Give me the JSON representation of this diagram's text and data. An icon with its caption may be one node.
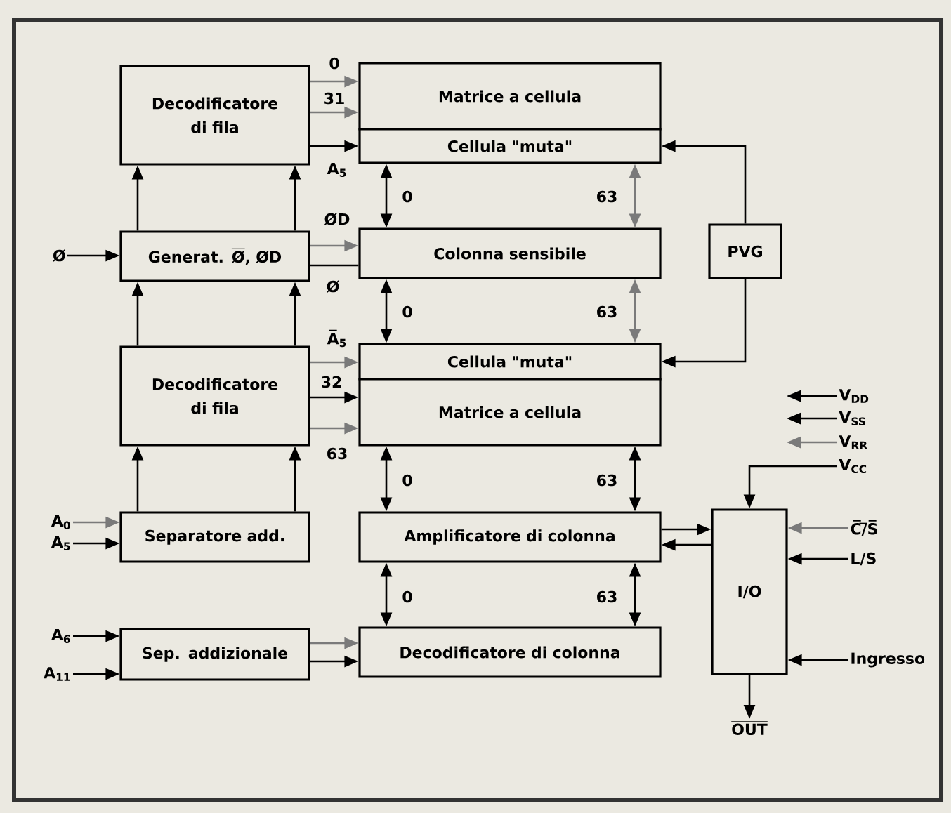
{
  "diagram": {
    "nodes": [
      {
        "text": [
          "Decodificatore di fila"
        ]
      },
      {
        "text": [
          "Matrice a cellula"
        ]
      },
      {
        "text": [
          "Cellula \"muta\""
        ]
      },
      {
        "text": [
          "\\mbox{Generat. }\\overline{\\mbox{Ø}}\\mbox{, ØD}"
        ]
      },
      {
        "text": [
          "Colonna sensibile"
        ]
      },
      {
        "text": [
          "PVG"
        ]
      },
      {
        "text": [
          "Cellula \"muta\""
        ]
      },
      {
        "text": [
          "Matrice a cellula"
        ]
      },
      {
        "text": [
          "Decodificatore di fila"
        ]
      },
      {
        "text": [
          "Separatore add."
        ]
      },
      {
        "text": [
          "Amplificatore di colonna"
        ]
      },
      {
        "text": [
          "I/O"
        ]
      },
      {
        "text": [
          "Decodificatore di colonna"
        ]
      },
      {
        "text": [
          "Sep. addizionale"
        ]
      },
      {
        "text": [
          "Ø"
        ]
      },
      {
        "text": [
          "A$_{0}$"
        ]
      },
      {
        "text": [
          "A$_{5}$"
        ]
      },
      {
        "text": [
          "A$_{6}$"
        ]
      },
      {
        "text": [
          "A$_{11}$"
        ]
      },
      {
        "text": [
          "V$_{DD}$"
        ]
      },
      {
        "text": [
          "V$_{SS}$"
        ]
      },
      {
        "text": [
          "V$_{RR}$"
        ]
      },
      {
        "text": [
          "V$_{CC}$"
        ]
      },
      {
        "text": [
          "C̅/̅S̅"
        ]
      },
      {
        "text": [
          "L/S"
        ]
      },
      {
        "text": [
          "Ingresso"
        ]
      },
      {
        "text": [
          "\\overline{\\mbox{OUT}}"
        ]
      }
    ],
    "edges": [
      {
        "from": 0,
        "to": 1,
        "arrow": "to",
        "label": "0",
        "color": "#7a7a7a"
      },
      {
        "from": 0,
        "to": 1,
        "arrow": "to",
        "label": "31",
        "color": "#7a7a7a"
      },
      {
        "from": 0,
        "to": 2,
        "arrow": "to",
        "label": "A$_{5}$"
      },
      {
        "from": 3,
        "to": 0,
        "arrow": "to"
      },
      {
        "from": 3,
        "to": 0,
        "arrow": "to"
      },
      {
        "from": 14,
        "to": 3,
        "arrow": "to"
      },
      {
        "from": 3,
        "to": 4,
        "arrow": "to",
        "label": "ØD",
        "color": "#7a7a7a"
      },
      {
        "from": 3,
        "to": 4,
        "arrow": "none",
        "label": "Ø"
      },
      {
        "from": 2,
        "to": 4,
        "arrow": "both",
        "label": "0"
      },
      {
        "from": 2,
        "to": 4,
        "arrow": "both",
        "label": "63",
        "color": "#7a7a7a"
      },
      {
        "from": 4,
        "to": 6,
        "arrow": "both",
        "label": "0"
      },
      {
        "from": 4,
        "to": 6,
        "arrow": "both",
        "label": "63",
        "color": "#7a7a7a"
      },
      {
        "from": 5,
        "to": 2,
        "arrow": "to"
      },
      {
        "from": 5,
        "to": 6,
        "arrow": "to"
      },
      {
        "from": 8,
        "to": 3,
        "arrow": "to"
      },
      {
        "from": 8,
        "to": 3,
        "arrow": "to"
      },
      {
        "from": 8,
        "to": 6,
        "arrow": "to",
        "label": "A̅$_{5}$",
        "color": "#7a7a7a"
      },
      {
        "from": 8,
        "to": 7,
        "arrow": "to",
        "label": "32"
      },
      {
        "from": 8,
        "to": 7,
        "arrow": "to",
        "label": "63",
        "color": "#7a7a7a"
      },
      {
        "from": 9,
        "to": 8,
        "arrow": "to"
      },
      {
        "from": 9,
        "to": 8,
        "arrow": "to"
      },
      {
        "from": 15,
        "to": 9,
        "arrow": "to",
        "color": "#7a7a7a"
      },
      {
        "from": 16,
        "to": 9,
        "arrow": "to"
      },
      {
        "from": 7,
        "to": 10,
        "arrow": "both",
        "label": "0"
      },
      {
        "from": 7,
        "to": 10,
        "arrow": "both",
        "label": "63"
      },
      {
        "from": 10,
        "to": 11,
        "arrow": "to"
      },
      {
        "from": 11,
        "to": 10,
        "arrow": "to"
      },
      {
        "from": 10,
        "to": 12,
        "arrow": "both",
        "label": "0"
      },
      {
        "from": 10,
        "to": 12,
        "arrow": "both",
        "label": "63"
      },
      {
        "from": 17,
        "to": 13,
        "arrow": "to"
      },
      {
        "from": 18,
        "to": 13,
        "arrow": "to"
      },
      {
        "from": 13,
        "to": 12,
        "arrow": "to",
        "color": "#7a7a7a"
      },
      {
        "from": 13,
        "to": 12,
        "arrow": "to"
      },
      {
        "from": 19,
        "to": null,
        "arrow": "to"
      },
      {
        "from": 20,
        "to": null,
        "arrow": "to"
      },
      {
        "from": 21,
        "to": null,
        "arrow": "to",
        "color": "#7a7a7a"
      },
      {
        "from": 22,
        "to": 11,
        "arrow": "to"
      },
      {
        "from": 23,
        "to": 11,
        "arrow": "to",
        "color": "#7a7a7a"
      },
      {
        "from": 24,
        "to": 11,
        "arrow": "to"
      },
      {
        "from": 25,
        "to": 11,
        "arrow": "to"
      },
      {
        "from": 11,
        "to": 26,
        "arrow": "to"
      }
    ]
  }
}
